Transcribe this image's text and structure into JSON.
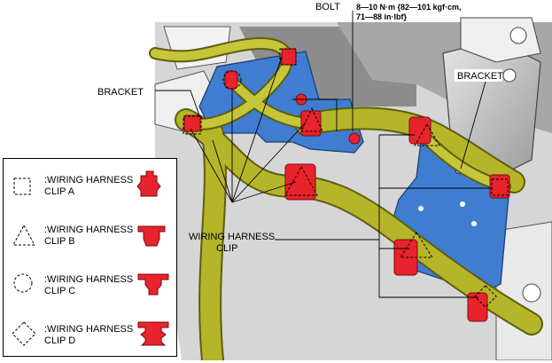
{
  "labels": {
    "bolt": "BOLT",
    "torque_line1": "8—10 N·m {82—101 kgf·cm,",
    "torque_line2": "71—88 in·lbf}",
    "bracket_left": "BRACKET",
    "bracket_right": "BRACKET",
    "wiring_clip_line1": "WIRING HARNESS",
    "wiring_clip_line2": "CLIP"
  },
  "legend": {
    "items": [
      {
        "symbol": "square-dashed-icon",
        "line1": ":WIRING HARNESS",
        "line2": "CLIP A"
      },
      {
        "symbol": "triangle-dashed-icon",
        "line1": ":WIRING HARNESS",
        "line2": "CLIP B"
      },
      {
        "symbol": "circle-dashed-icon",
        "line1": ":WIRING HARNESS",
        "line2": "CLIP C"
      },
      {
        "symbol": "diamond-dashed-icon",
        "line1": ":WIRING HARNESS",
        "line2": "CLIP D"
      }
    ]
  },
  "colors": {
    "harness": "#b5b52a",
    "harness_dark": "#5e5e10",
    "bracket": "#3f7dd0",
    "clip": "#e8232c",
    "engine_gray": "#c8c8c8",
    "engine_dark": "#6d6d6d"
  }
}
